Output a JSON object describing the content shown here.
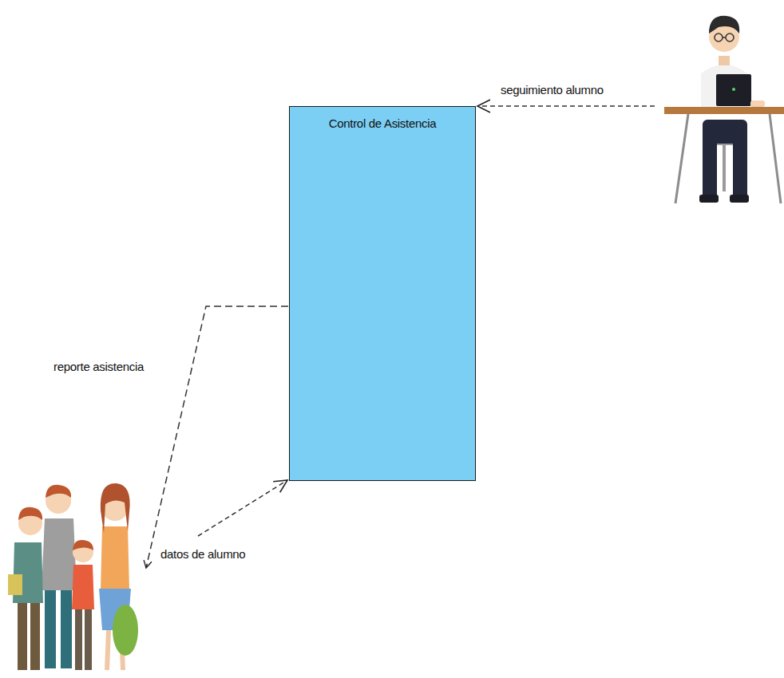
{
  "diagram": {
    "nodes": [
      {
        "text": [
          "Control de Asistencia"
        ]
      }
    ],
    "labels": [
      "seguimiento alumno",
      "reporte asistencia",
      "datos de alumno"
    ]
  }
}
